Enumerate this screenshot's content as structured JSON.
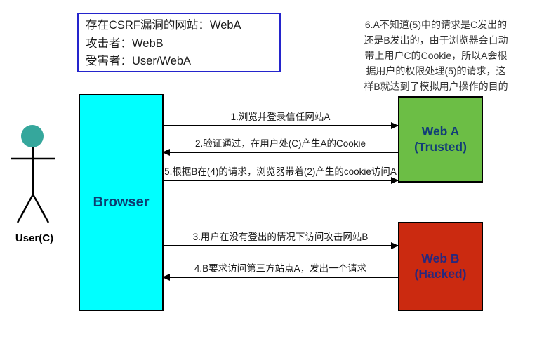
{
  "info_box": {
    "lines": [
      "存在CSRF漏洞的网站：WebA",
      "攻击者：WebB",
      "受害者：User/WebA"
    ]
  },
  "note": {
    "lines": [
      "6.A不知道(5)中的请求是C发出的",
      "还是B发出的，由于浏览器会自动",
      "带上用户C的Cookie，所以A会根",
      "据用户的权限处理(5)的请求，这",
      "样B就达到了模拟用户操作的目的"
    ]
  },
  "actor": {
    "label": "User(C)",
    "head_color": "#35a79c"
  },
  "nodes": {
    "browser": {
      "label": "Browser",
      "fill": "#00ffff",
      "text_color": "#0d3b70"
    },
    "web_a": {
      "line1": "Web A",
      "line2": "(Trusted)",
      "fill": "#6cbe45",
      "text_color": "#123c78"
    },
    "web_b": {
      "line1": "Web B",
      "line2": "(Hacked)",
      "fill": "#cb2a10",
      "text_color": "#28287d"
    }
  },
  "messages": [
    {
      "id": 1,
      "label": "1.浏览并登录信任网站A",
      "from": "Browser",
      "to": "Web A",
      "direction": "right"
    },
    {
      "id": 2,
      "label": "2.验证通过，在用户处(C)产生A的Cookie",
      "from": "Web A",
      "to": "Browser",
      "direction": "left"
    },
    {
      "id": 5,
      "label": "5.根据B在(4)的请求，浏览器带着(2)产生的cookie访问A",
      "from": "Browser",
      "to": "Web A",
      "direction": "right"
    },
    {
      "id": 3,
      "label": "3.用户在没有登出的情况下访问攻击网站B",
      "from": "Browser",
      "to": "Web B",
      "direction": "right"
    },
    {
      "id": 4,
      "label": "4.B要求访问第三方站点A，发出一个请求",
      "from": "Web B",
      "to": "Browser",
      "direction": "left"
    }
  ],
  "colors": {
    "info_box_border": "#2424cc",
    "arrow": "#000000",
    "background": "#ffffff"
  }
}
